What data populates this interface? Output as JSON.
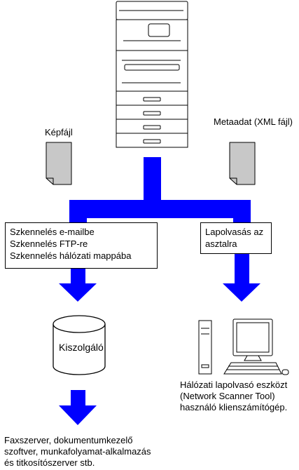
{
  "labels": {
    "image_file": "Képfájl",
    "metadata": "Metaadat (XML fájl)",
    "server": "Kiszolgáló"
  },
  "left_box": {
    "lines": [
      "Szkennelés e-mailbe",
      "Szkennelés FTP-re",
      "Szkennelés hálózati mappába"
    ]
  },
  "right_box": {
    "lines": [
      "Lapolvasás az",
      "asztalra"
    ]
  },
  "client_caption": {
    "lines": [
      "Hálózati lapolvasó eszközt",
      "(Network Scanner Tool)",
      "használó klienszámítógép."
    ]
  },
  "bottom_caption": {
    "lines": [
      "Faxszerver, dokumentumkezelő",
      "szoftver, munkafolyamat-alkalmazás",
      "és titkosítószerver stb."
    ]
  },
  "colors": {
    "flow": "#0000ff",
    "document": "#c8c8c8",
    "outline": "#000000"
  }
}
